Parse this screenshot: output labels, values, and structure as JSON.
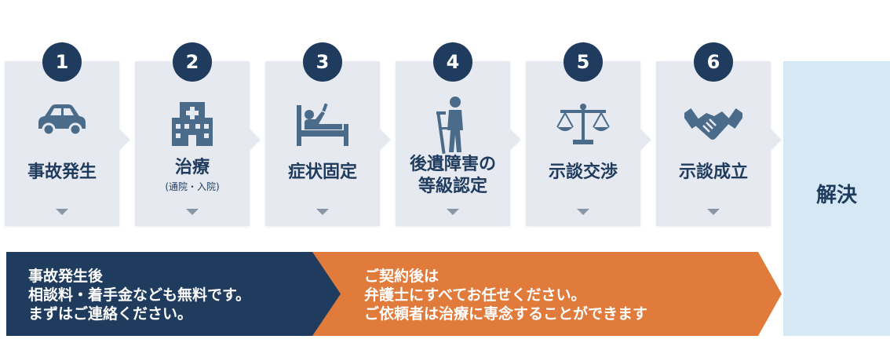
{
  "steps": [
    {
      "number": "1",
      "label": "事故発生",
      "icon": "car-icon"
    },
    {
      "number": "2",
      "label": "治療",
      "sublabel": "(通院・入院)",
      "icon": "hospital-icon"
    },
    {
      "number": "3",
      "label": "症状固定",
      "icon": "patient-bed-icon"
    },
    {
      "number": "4",
      "label_line1": "後遺障害の",
      "label_line2": "等級認定",
      "icon": "crutch-person-icon"
    },
    {
      "number": "5",
      "label": "示談交渉",
      "icon": "scales-icon"
    },
    {
      "number": "6",
      "label": "示談成立",
      "icon": "handshake-icon"
    }
  ],
  "resolution": {
    "label": "解決"
  },
  "banner_left": {
    "line1": "事故発生後",
    "line2": "相談料・着手金なども無料です。",
    "line3": "まずはご連絡ください。",
    "color": "#1f3b5e"
  },
  "banner_right": {
    "line1": "ご契約後は",
    "line2": "弁護士にすべてお任せください。",
    "line3": "ご依頼者は治療に専念することができます",
    "color": "#e07b3c"
  },
  "colors": {
    "navy": "#1f3b5e",
    "card": "#e6e9ef",
    "resolution_bg": "#d6e8f4",
    "icon": "#4a6b8a"
  }
}
